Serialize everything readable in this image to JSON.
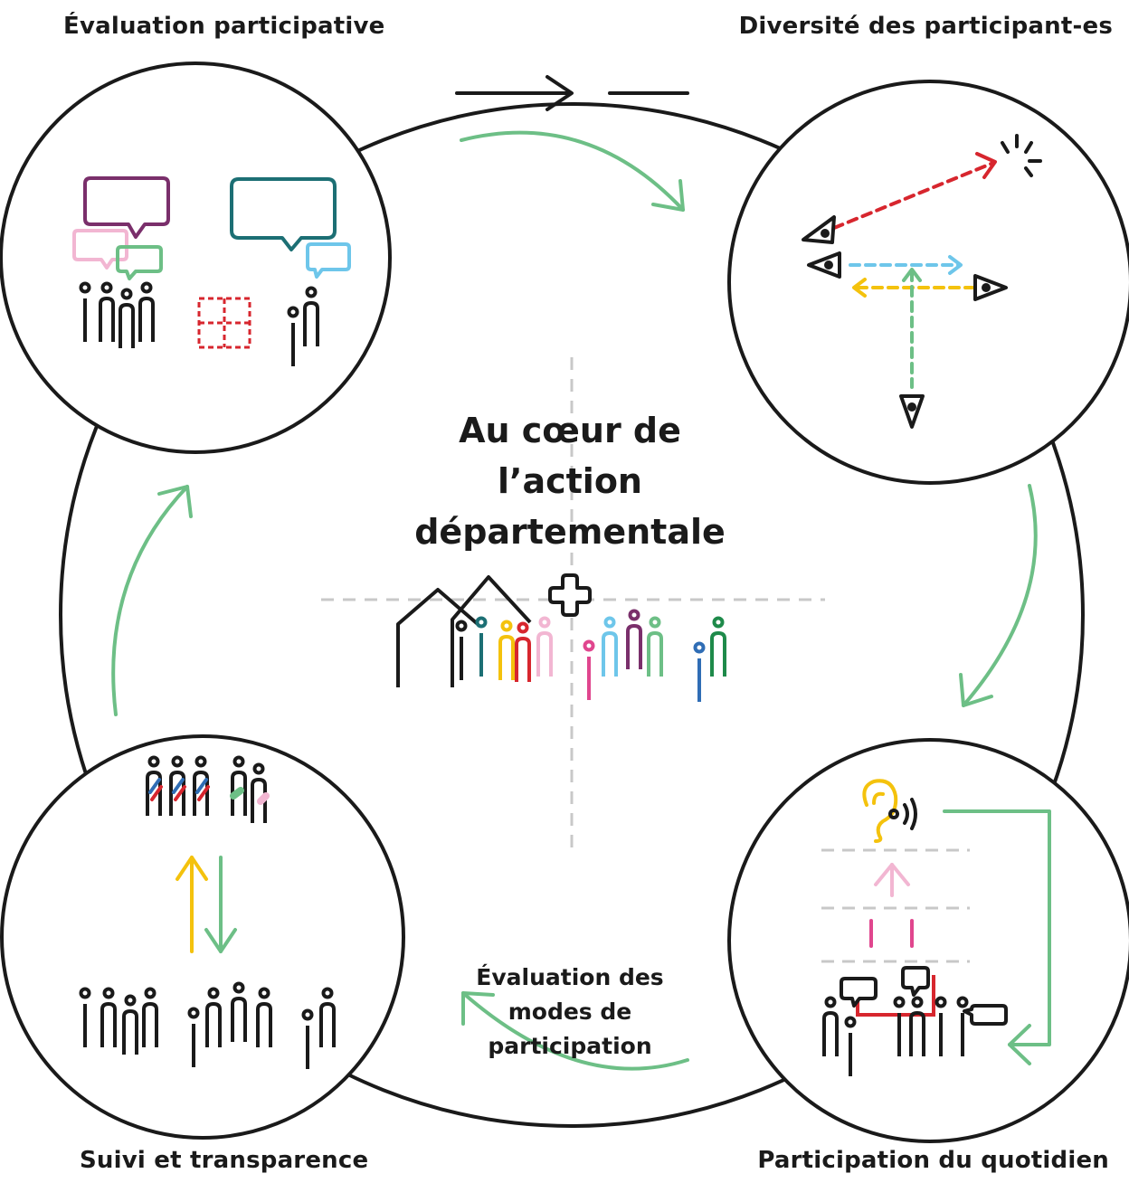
{
  "labels": {
    "top_left": "Évaluation participative",
    "top_right": "Diversité des participant-es",
    "bottom_left": "Suivi et transparence",
    "bottom_right": "Participation du quotidien"
  },
  "center": {
    "title_lines": [
      "Au cœur de",
      "l’action",
      "départementale"
    ]
  },
  "inner_label": {
    "lines": [
      "Évaluation des",
      "modes de",
      "participation"
    ]
  },
  "colors": {
    "stroke": "#1a1a1a",
    "green": "#6dbf86",
    "red": "#d7262e",
    "yellow": "#f4c20d",
    "light_blue": "#6ec6ea",
    "purple": "#7a2f6b",
    "teal": "#1c6f74",
    "pink": "#f2b6d2",
    "magenta": "#e0468e",
    "dark_green": "#1e8a4a",
    "blue": "#2f6db5",
    "grey_dash": "#c8c8c8"
  }
}
